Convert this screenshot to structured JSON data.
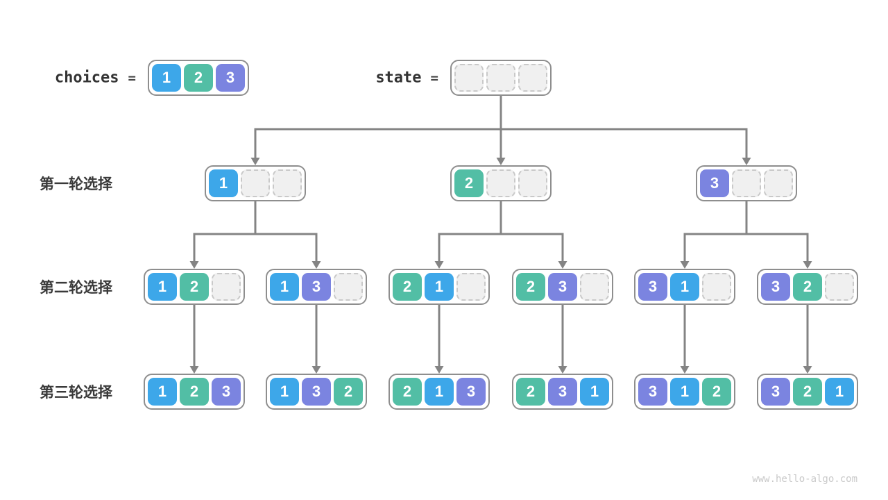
{
  "header": {
    "choices": {
      "label": "choices",
      "equals": "=",
      "cells": [
        "1",
        "2",
        "3"
      ]
    },
    "state": {
      "label": "state",
      "equals": "=",
      "cells": [
        null,
        null,
        null
      ]
    }
  },
  "rows": [
    {
      "label": "第一轮选择",
      "boxes": [
        [
          "1",
          null,
          null
        ],
        [
          "2",
          null,
          null
        ],
        [
          "3",
          null,
          null
        ]
      ]
    },
    {
      "label": "第二轮选择",
      "boxes": [
        [
          "1",
          "2",
          null
        ],
        [
          "1",
          "3",
          null
        ],
        [
          "2",
          "1",
          null
        ],
        [
          "2",
          "3",
          null
        ],
        [
          "3",
          "1",
          null
        ],
        [
          "3",
          "2",
          null
        ]
      ]
    },
    {
      "label": "第三轮选择",
      "boxes": [
        [
          "1",
          "2",
          "3"
        ],
        [
          "1",
          "3",
          "2"
        ],
        [
          "2",
          "1",
          "3"
        ],
        [
          "2",
          "3",
          "1"
        ],
        [
          "3",
          "1",
          "2"
        ],
        [
          "3",
          "2",
          "1"
        ]
      ]
    }
  ],
  "colors": {
    "value_1": "#3DA7E9",
    "value_2": "#52BEA5",
    "value_3": "#7B84E0",
    "empty_cell_fill": "#F0F0F0",
    "empty_cell_border": "#C9C9C9",
    "box_border": "#8E8E8E",
    "arrow": "#848484",
    "text": "#3A3A3A",
    "watermark": "#C9C9C9"
  },
  "watermark": "www.hello-algo.com"
}
